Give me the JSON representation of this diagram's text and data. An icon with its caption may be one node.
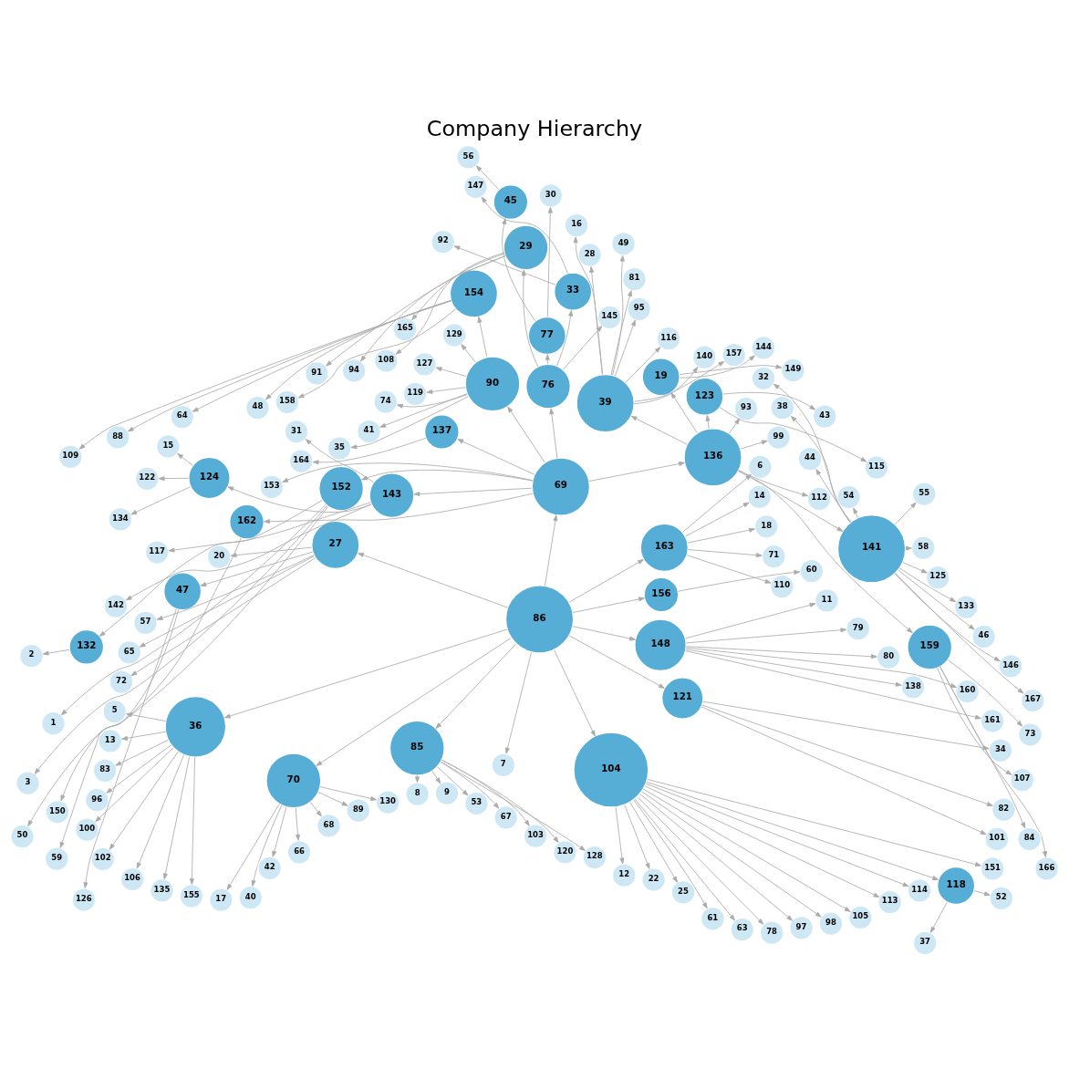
{
  "diagram": {
    "title": "Company Hierarchy",
    "nodes": [
      {
        "text": [
          "86"
        ]
      },
      {
        "text": [
          "69"
        ]
      },
      {
        "text": [
          "27"
        ]
      },
      {
        "text": [
          "36"
        ]
      },
      {
        "text": [
          "70"
        ]
      },
      {
        "text": [
          "85"
        ]
      },
      {
        "text": [
          "7"
        ]
      },
      {
        "text": [
          "104"
        ]
      },
      {
        "text": [
          "121"
        ]
      },
      {
        "text": [
          "148"
        ]
      },
      {
        "text": [
          "156"
        ]
      },
      {
        "text": [
          "163"
        ]
      },
      {
        "text": [
          "136"
        ]
      },
      {
        "text": [
          "76"
        ]
      },
      {
        "text": [
          "90"
        ]
      },
      {
        "text": [
          "137"
        ]
      },
      {
        "text": [
          "143"
        ]
      },
      {
        "text": [
          "152"
        ]
      },
      {
        "text": [
          "153"
        ]
      },
      {
        "text": [
          "162"
        ]
      },
      {
        "text": [
          "20"
        ]
      },
      {
        "text": [
          "47"
        ]
      },
      {
        "text": [
          "57"
        ]
      },
      {
        "text": [
          "65"
        ]
      },
      {
        "text": [
          "72"
        ]
      },
      {
        "text": [
          "5"
        ]
      },
      {
        "text": [
          "13"
        ]
      },
      {
        "text": [
          "83"
        ]
      },
      {
        "text": [
          "96"
        ]
      },
      {
        "text": [
          "100"
        ]
      },
      {
        "text": [
          "102"
        ]
      },
      {
        "text": [
          "106"
        ]
      },
      {
        "text": [
          "135"
        ]
      },
      {
        "text": [
          "155"
        ]
      },
      {
        "text": [
          "17"
        ]
      },
      {
        "text": [
          "40"
        ]
      },
      {
        "text": [
          "42"
        ]
      },
      {
        "text": [
          "66"
        ]
      },
      {
        "text": [
          "68"
        ]
      },
      {
        "text": [
          "89"
        ]
      },
      {
        "text": [
          "130"
        ]
      },
      {
        "text": [
          "8"
        ]
      },
      {
        "text": [
          "9"
        ]
      },
      {
        "text": [
          "53"
        ]
      },
      {
        "text": [
          "67"
        ]
      },
      {
        "text": [
          "103"
        ]
      },
      {
        "text": [
          "120"
        ]
      },
      {
        "text": [
          "128"
        ]
      },
      {
        "text": [
          "12"
        ]
      },
      {
        "text": [
          "22"
        ]
      },
      {
        "text": [
          "25"
        ]
      },
      {
        "text": [
          "61"
        ]
      },
      {
        "text": [
          "63"
        ]
      },
      {
        "text": [
          "78"
        ]
      },
      {
        "text": [
          "97"
        ]
      },
      {
        "text": [
          "98"
        ]
      },
      {
        "text": [
          "105"
        ]
      },
      {
        "text": [
          "113"
        ]
      },
      {
        "text": [
          "114"
        ]
      },
      {
        "text": [
          "118"
        ]
      },
      {
        "text": [
          "151"
        ]
      },
      {
        "text": [
          "101"
        ]
      },
      {
        "text": [
          "82"
        ]
      },
      {
        "text": [
          "34"
        ]
      },
      {
        "text": [
          "161"
        ]
      },
      {
        "text": [
          "160"
        ]
      },
      {
        "text": [
          "138"
        ]
      },
      {
        "text": [
          "80"
        ]
      },
      {
        "text": [
          "79"
        ]
      },
      {
        "text": [
          "11"
        ]
      },
      {
        "text": [
          "60"
        ]
      },
      {
        "text": [
          "110"
        ]
      },
      {
        "text": [
          "71"
        ]
      },
      {
        "text": [
          "18"
        ]
      },
      {
        "text": [
          "14"
        ]
      },
      {
        "text": [
          "6"
        ]
      },
      {
        "text": [
          "159"
        ]
      },
      {
        "text": [
          "141"
        ]
      },
      {
        "text": [
          "112"
        ]
      },
      {
        "text": [
          "99"
        ]
      },
      {
        "text": [
          "93"
        ]
      },
      {
        "text": [
          "123"
        ]
      },
      {
        "text": [
          "19"
        ]
      },
      {
        "text": [
          "39"
        ]
      },
      {
        "text": [
          "145"
        ]
      },
      {
        "text": [
          "77"
        ]
      },
      {
        "text": [
          "33"
        ]
      },
      {
        "text": [
          "29"
        ]
      },
      {
        "text": [
          "154"
        ]
      },
      {
        "text": [
          "129"
        ]
      },
      {
        "text": [
          "127"
        ]
      },
      {
        "text": [
          "119"
        ]
      },
      {
        "text": [
          "74"
        ]
      },
      {
        "text": [
          "41"
        ]
      },
      {
        "text": [
          "35"
        ]
      },
      {
        "text": [
          "164"
        ]
      },
      {
        "text": [
          "31"
        ]
      },
      {
        "text": [
          "124"
        ]
      },
      {
        "text": [
          "117"
        ]
      },
      {
        "text": [
          "142"
        ]
      },
      {
        "text": [
          "132"
        ]
      },
      {
        "text": [
          "1"
        ]
      },
      {
        "text": [
          "3"
        ]
      },
      {
        "text": [
          "50"
        ]
      },
      {
        "text": [
          "150"
        ]
      },
      {
        "text": [
          "59"
        ]
      },
      {
        "text": [
          "126"
        ]
      },
      {
        "text": [
          "37"
        ]
      },
      {
        "text": [
          "52"
        ]
      },
      {
        "text": [
          "166"
        ]
      },
      {
        "text": [
          "84"
        ]
      },
      {
        "text": [
          "107"
        ]
      },
      {
        "text": [
          "73"
        ]
      },
      {
        "text": [
          "167"
        ]
      },
      {
        "text": [
          "146"
        ]
      },
      {
        "text": [
          "46"
        ]
      },
      {
        "text": [
          "133"
        ]
      },
      {
        "text": [
          "125"
        ]
      },
      {
        "text": [
          "58"
        ]
      },
      {
        "text": [
          "55"
        ]
      },
      {
        "text": [
          "54"
        ]
      },
      {
        "text": [
          "44"
        ]
      },
      {
        "text": [
          "38"
        ]
      },
      {
        "text": [
          "32"
        ]
      },
      {
        "text": [
          "115"
        ]
      },
      {
        "text": [
          "43"
        ]
      },
      {
        "text": [
          "149"
        ]
      },
      {
        "text": [
          "144"
        ]
      },
      {
        "text": [
          "157"
        ]
      },
      {
        "text": [
          "140"
        ]
      },
      {
        "text": [
          "116"
        ]
      },
      {
        "text": [
          "95"
        ]
      },
      {
        "text": [
          "81"
        ]
      },
      {
        "text": [
          "49"
        ]
      },
      {
        "text": [
          "28"
        ]
      },
      {
        "text": [
          "16"
        ]
      },
      {
        "text": [
          "30"
        ]
      },
      {
        "text": [
          "45"
        ]
      },
      {
        "text": [
          "147"
        ]
      },
      {
        "text": [
          "92"
        ]
      },
      {
        "text": [
          "165"
        ]
      },
      {
        "text": [
          "108"
        ]
      },
      {
        "text": [
          "94"
        ]
      },
      {
        "text": [
          "91"
        ]
      },
      {
        "text": [
          "158"
        ]
      },
      {
        "text": [
          "48"
        ]
      },
      {
        "text": [
          "64"
        ]
      },
      {
        "text": [
          "88"
        ]
      },
      {
        "text": [
          "109"
        ]
      },
      {
        "text": [
          "15"
        ]
      },
      {
        "text": [
          "122"
        ]
      },
      {
        "text": [
          "134"
        ]
      },
      {
        "text": [
          "2"
        ]
      },
      {
        "text": [
          "56"
        ]
      }
    ],
    "edges": [
      {
        "from": 0,
        "to": 1,
        "arrow": "to"
      },
      {
        "from": 0,
        "to": 2,
        "arrow": "to"
      },
      {
        "from": 0,
        "to": 3,
        "arrow": "to"
      },
      {
        "from": 0,
        "to": 4,
        "arrow": "to"
      },
      {
        "from": 0,
        "to": 5,
        "arrow": "to"
      },
      {
        "from": 0,
        "to": 6,
        "arrow": "to"
      },
      {
        "from": 0,
        "to": 7,
        "arrow": "to"
      },
      {
        "from": 0,
        "to": 8,
        "arrow": "to"
      },
      {
        "from": 0,
        "to": 9,
        "arrow": "to"
      },
      {
        "from": 0,
        "to": 10,
        "arrow": "to"
      },
      {
        "from": 0,
        "to": 11,
        "arrow": "to"
      },
      {
        "from": 1,
        "to": 12,
        "arrow": "to"
      },
      {
        "from": 1,
        "to": 13,
        "arrow": "to"
      },
      {
        "from": 1,
        "to": 14,
        "arrow": "to"
      },
      {
        "from": 1,
        "to": 15,
        "arrow": "to"
      },
      {
        "from": 1,
        "to": 16,
        "arrow": "to"
      },
      {
        "from": 1,
        "to": 17,
        "arrow": "to"
      },
      {
        "from": 1,
        "to": 18,
        "arrow": "to"
      },
      {
        "from": 1,
        "to": 19,
        "arrow": "to"
      },
      {
        "from": 2,
        "to": 20,
        "arrow": "to"
      },
      {
        "from": 2,
        "to": 21,
        "arrow": "to"
      },
      {
        "from": 2,
        "to": 22,
        "arrow": "to"
      },
      {
        "from": 2,
        "to": 23,
        "arrow": "to"
      },
      {
        "from": 2,
        "to": 24,
        "arrow": "to"
      },
      {
        "from": 3,
        "to": 25,
        "arrow": "to"
      },
      {
        "from": 3,
        "to": 26,
        "arrow": "to"
      },
      {
        "from": 3,
        "to": 27,
        "arrow": "to"
      },
      {
        "from": 3,
        "to": 28,
        "arrow": "to"
      },
      {
        "from": 3,
        "to": 29,
        "arrow": "to"
      },
      {
        "from": 3,
        "to": 30,
        "arrow": "to"
      },
      {
        "from": 3,
        "to": 31,
        "arrow": "to"
      },
      {
        "from": 3,
        "to": 32,
        "arrow": "to"
      },
      {
        "from": 3,
        "to": 33,
        "arrow": "to"
      },
      {
        "from": 4,
        "to": 34,
        "arrow": "to"
      },
      {
        "from": 4,
        "to": 35,
        "arrow": "to"
      },
      {
        "from": 4,
        "to": 36,
        "arrow": "to"
      },
      {
        "from": 4,
        "to": 37,
        "arrow": "to"
      },
      {
        "from": 4,
        "to": 38,
        "arrow": "to"
      },
      {
        "from": 4,
        "to": 39,
        "arrow": "to"
      },
      {
        "from": 4,
        "to": 40,
        "arrow": "to"
      },
      {
        "from": 5,
        "to": 41,
        "arrow": "to"
      },
      {
        "from": 5,
        "to": 42,
        "arrow": "to"
      },
      {
        "from": 5,
        "to": 43,
        "arrow": "to"
      },
      {
        "from": 5,
        "to": 44,
        "arrow": "to"
      },
      {
        "from": 5,
        "to": 45,
        "arrow": "to"
      },
      {
        "from": 5,
        "to": 46,
        "arrow": "to"
      },
      {
        "from": 5,
        "to": 47,
        "arrow": "to"
      },
      {
        "from": 7,
        "to": 48,
        "arrow": "to"
      },
      {
        "from": 7,
        "to": 49,
        "arrow": "to"
      },
      {
        "from": 7,
        "to": 50,
        "arrow": "to"
      },
      {
        "from": 7,
        "to": 51,
        "arrow": "to"
      },
      {
        "from": 7,
        "to": 52,
        "arrow": "to"
      },
      {
        "from": 7,
        "to": 53,
        "arrow": "to"
      },
      {
        "from": 7,
        "to": 54,
        "arrow": "to"
      },
      {
        "from": 7,
        "to": 55,
        "arrow": "to"
      },
      {
        "from": 7,
        "to": 56,
        "arrow": "to"
      },
      {
        "from": 7,
        "to": 57,
        "arrow": "to"
      },
      {
        "from": 7,
        "to": 58,
        "arrow": "to"
      },
      {
        "from": 7,
        "to": 59,
        "arrow": "to"
      },
      {
        "from": 7,
        "to": 60,
        "arrow": "to"
      },
      {
        "from": 8,
        "to": 61,
        "arrow": "to"
      },
      {
        "from": 8,
        "to": 62,
        "arrow": "to"
      },
      {
        "from": 8,
        "to": 63,
        "arrow": "to"
      },
      {
        "from": 9,
        "to": 64,
        "arrow": "to"
      },
      {
        "from": 9,
        "to": 65,
        "arrow": "to"
      },
      {
        "from": 9,
        "to": 66,
        "arrow": "to"
      },
      {
        "from": 9,
        "to": 67,
        "arrow": "to"
      },
      {
        "from": 9,
        "to": 68,
        "arrow": "to"
      },
      {
        "from": 9,
        "to": 69,
        "arrow": "to"
      },
      {
        "from": 10,
        "to": 70,
        "arrow": "to"
      },
      {
        "from": 11,
        "to": 71,
        "arrow": "to"
      },
      {
        "from": 11,
        "to": 72,
        "arrow": "to"
      },
      {
        "from": 11,
        "to": 73,
        "arrow": "to"
      },
      {
        "from": 11,
        "to": 74,
        "arrow": "to"
      },
      {
        "from": 11,
        "to": 75,
        "arrow": "to"
      },
      {
        "from": 12,
        "to": 76,
        "arrow": "to"
      },
      {
        "from": 12,
        "to": 77,
        "arrow": "to"
      },
      {
        "from": 12,
        "to": 78,
        "arrow": "to"
      },
      {
        "from": 12,
        "to": 79,
        "arrow": "to"
      },
      {
        "from": 12,
        "to": 80,
        "arrow": "to"
      },
      {
        "from": 12,
        "to": 81,
        "arrow": "to"
      },
      {
        "from": 12,
        "to": 82,
        "arrow": "to"
      },
      {
        "from": 12,
        "to": 83,
        "arrow": "to"
      },
      {
        "from": 13,
        "to": 84,
        "arrow": "to"
      },
      {
        "from": 13,
        "to": 85,
        "arrow": "to"
      },
      {
        "from": 13,
        "to": 86,
        "arrow": "to"
      },
      {
        "from": 13,
        "to": 87,
        "arrow": "to"
      },
      {
        "from": 14,
        "to": 88,
        "arrow": "to"
      },
      {
        "from": 14,
        "to": 89,
        "arrow": "to"
      },
      {
        "from": 14,
        "to": 90,
        "arrow": "to"
      },
      {
        "from": 14,
        "to": 91,
        "arrow": "to"
      },
      {
        "from": 14,
        "to": 92,
        "arrow": "to"
      },
      {
        "from": 14,
        "to": 93,
        "arrow": "to"
      },
      {
        "from": 14,
        "to": 94,
        "arrow": "to"
      },
      {
        "from": 15,
        "to": 95,
        "arrow": "to"
      },
      {
        "from": 16,
        "to": 96,
        "arrow": "to"
      },
      {
        "from": 16,
        "to": 97,
        "arrow": "to"
      },
      {
        "from": 16,
        "to": 98,
        "arrow": "to"
      },
      {
        "from": 16,
        "to": 99,
        "arrow": "to"
      },
      {
        "from": 17,
        "to": 100,
        "arrow": "to"
      },
      {
        "from": 17,
        "to": 101,
        "arrow": "to"
      },
      {
        "from": 17,
        "to": 102,
        "arrow": "to"
      },
      {
        "from": 17,
        "to": 103,
        "arrow": "to"
      },
      {
        "from": 19,
        "to": 104,
        "arrow": "to"
      },
      {
        "from": 21,
        "to": 105,
        "arrow": "to"
      },
      {
        "from": 21,
        "to": 106,
        "arrow": "to"
      },
      {
        "from": 59,
        "to": 107,
        "arrow": "to"
      },
      {
        "from": 59,
        "to": 108,
        "arrow": "to"
      },
      {
        "from": 76,
        "to": 109,
        "arrow": "to"
      },
      {
        "from": 76,
        "to": 110,
        "arrow": "to"
      },
      {
        "from": 76,
        "to": 111,
        "arrow": "to"
      },
      {
        "from": 76,
        "to": 112,
        "arrow": "to"
      },
      {
        "from": 77,
        "to": 113,
        "arrow": "to"
      },
      {
        "from": 77,
        "to": 114,
        "arrow": "to"
      },
      {
        "from": 77,
        "to": 115,
        "arrow": "to"
      },
      {
        "from": 77,
        "to": 116,
        "arrow": "to"
      },
      {
        "from": 77,
        "to": 117,
        "arrow": "to"
      },
      {
        "from": 77,
        "to": 118,
        "arrow": "to"
      },
      {
        "from": 77,
        "to": 119,
        "arrow": "to"
      },
      {
        "from": 77,
        "to": 120,
        "arrow": "to"
      },
      {
        "from": 77,
        "to": 121,
        "arrow": "to"
      },
      {
        "from": 77,
        "to": 122,
        "arrow": "to"
      },
      {
        "from": 77,
        "to": 123,
        "arrow": "to"
      },
      {
        "from": 81,
        "to": 124,
        "arrow": "to"
      },
      {
        "from": 81,
        "to": 125,
        "arrow": "to"
      },
      {
        "from": 82,
        "to": 126,
        "arrow": "to"
      },
      {
        "from": 82,
        "to": 127,
        "arrow": "to"
      },
      {
        "from": 83,
        "to": 128,
        "arrow": "to"
      },
      {
        "from": 83,
        "to": 129,
        "arrow": "to"
      },
      {
        "from": 83,
        "to": 130,
        "arrow": "to"
      },
      {
        "from": 83,
        "to": 131,
        "arrow": "to"
      },
      {
        "from": 83,
        "to": 132,
        "arrow": "to"
      },
      {
        "from": 83,
        "to": 133,
        "arrow": "to"
      },
      {
        "from": 83,
        "to": 134,
        "arrow": "to"
      },
      {
        "from": 83,
        "to": 135,
        "arrow": "to"
      },
      {
        "from": 85,
        "to": 136,
        "arrow": "to"
      },
      {
        "from": 85,
        "to": 137,
        "arrow": "to"
      },
      {
        "from": 86,
        "to": 138,
        "arrow": "to"
      },
      {
        "from": 86,
        "to": 139,
        "arrow": "to"
      },
      {
        "from": 87,
        "to": 140,
        "arrow": "to"
      },
      {
        "from": 87,
        "to": 141,
        "arrow": "to"
      },
      {
        "from": 87,
        "to": 142,
        "arrow": "to"
      },
      {
        "from": 87,
        "to": 143,
        "arrow": "to"
      },
      {
        "from": 88,
        "to": 144,
        "arrow": "to"
      },
      {
        "from": 88,
        "to": 145,
        "arrow": "to"
      },
      {
        "from": 88,
        "to": 146,
        "arrow": "to"
      },
      {
        "from": 88,
        "to": 147,
        "arrow": "to"
      },
      {
        "from": 88,
        "to": 148,
        "arrow": "to"
      },
      {
        "from": 97,
        "to": 149,
        "arrow": "to"
      },
      {
        "from": 97,
        "to": 150,
        "arrow": "to"
      },
      {
        "from": 97,
        "to": 151,
        "arrow": "to"
      },
      {
        "from": 100,
        "to": 152,
        "arrow": "to"
      },
      {
        "from": 137,
        "to": 153,
        "arrow": "to"
      }
    ]
  }
}
